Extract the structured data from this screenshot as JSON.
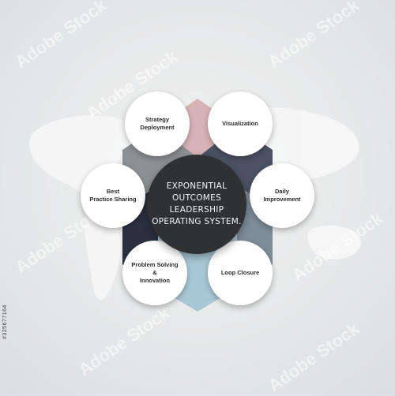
{
  "diagram": {
    "center_title": "EXPONENTIAL\nOUTCOMES LEADERSHIP\nOPERATING SYSTEM.",
    "nodes": [
      {
        "id": "strategy",
        "label": "Strategy\nDeployment"
      },
      {
        "id": "visualization",
        "label": "Visualization"
      },
      {
        "id": "daily",
        "label": "Daily\nImprovement"
      },
      {
        "id": "loop",
        "label": "Loop Closure"
      },
      {
        "id": "problem",
        "label": "Problem Solving\n&\nInnovation"
      },
      {
        "id": "practice",
        "label": "Best\nPractice Sharing"
      }
    ],
    "segment_colors": {
      "top": "#d8b3b6",
      "right_upper": "#4b5263",
      "right_lower": "#7f8c99",
      "bottom": "#a9c8d6",
      "left_lower": "#2b3140",
      "left_upper": "#8e9194"
    }
  },
  "watermark": {
    "text": "Adobe Stock",
    "stock_id": "#325677164"
  }
}
